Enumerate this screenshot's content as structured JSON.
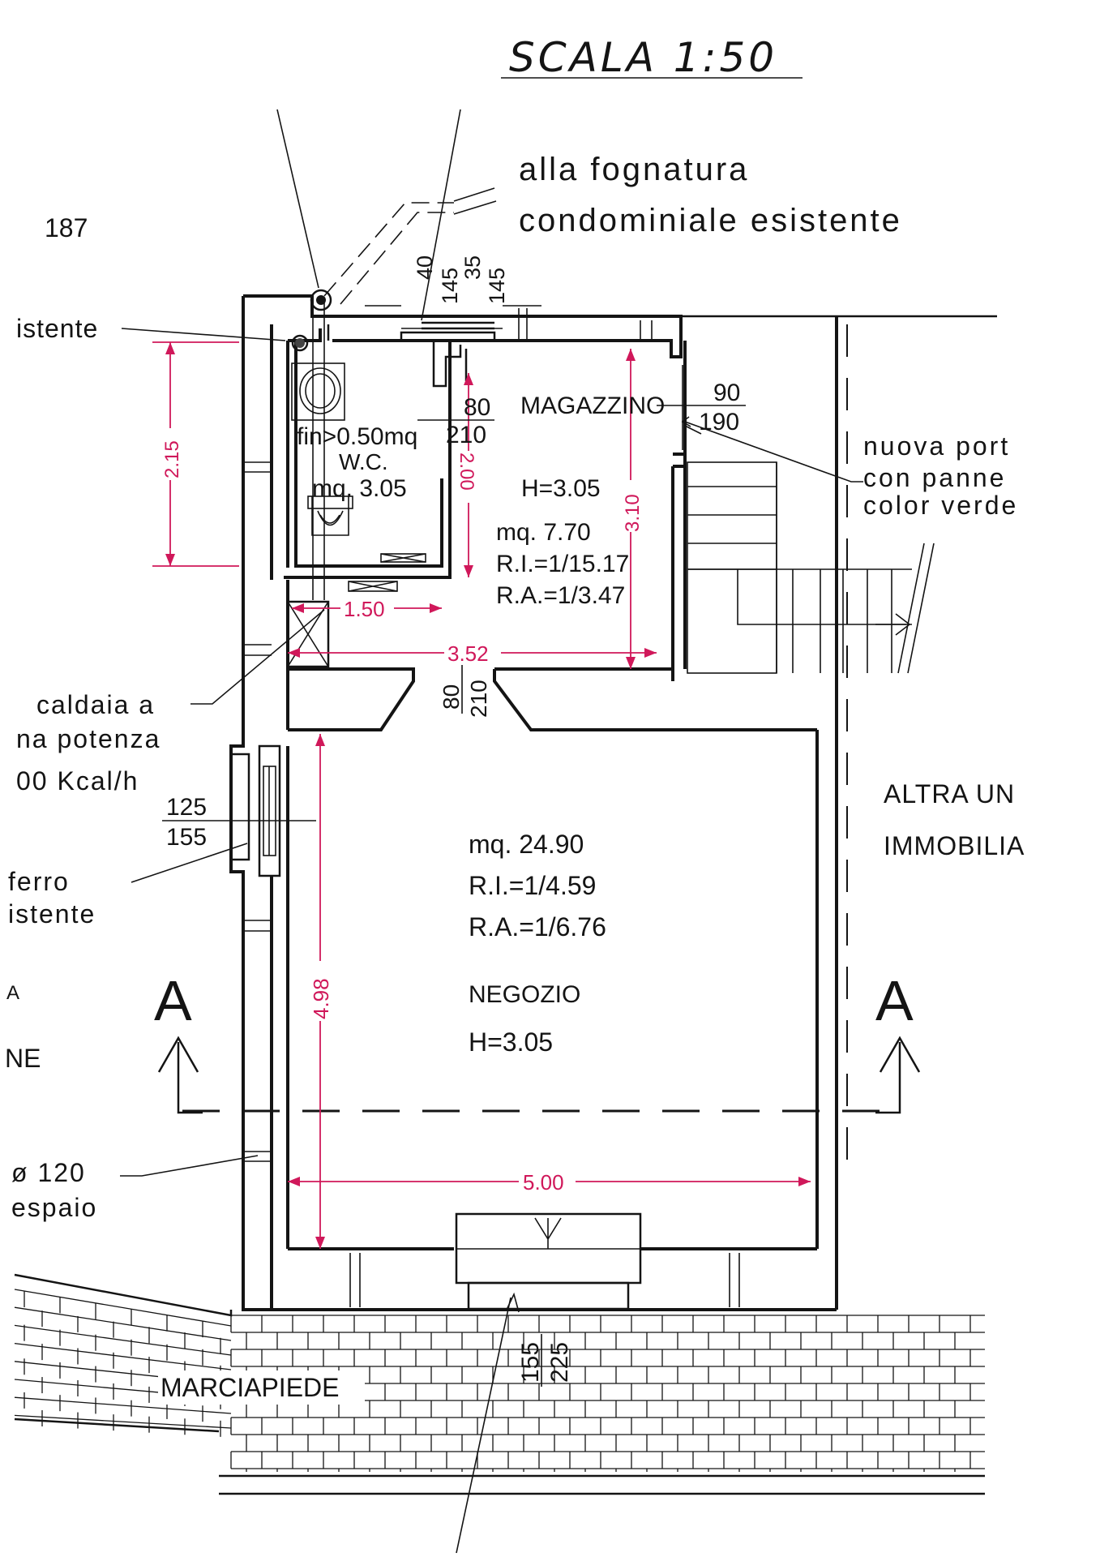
{
  "scale_title": "SCALA 1:50",
  "plot_number": "187",
  "sewer_note": [
    "alla fognatura",
    "condominiale esistente"
  ],
  "left_notes": {
    "istente_top": "istente",
    "caldaia": [
      "caldaia a",
      "na potenza",
      "00 Kcal/h"
    ],
    "ferro": [
      "ferro",
      "istente"
    ],
    "partial_a": "A",
    "partial_ne": "NE",
    "tube": "ø 120",
    "vespaio": "espaio"
  },
  "right_notes": {
    "door": [
      "nuova port",
      "con panne",
      "color verde"
    ],
    "other_unit": [
      "ALTRA UN",
      "IMMOBILIA"
    ]
  },
  "rooms": {
    "magazzino": {
      "name": "MAGAZZINO",
      "height": "H=3.05",
      "area": "mq. 7.70",
      "ri": "R.I.=1/15.17",
      "ra": "R.A.=1/3.47"
    },
    "wc": {
      "fin": "fin>0.50mq",
      "name": "W.C.",
      "area": "mq. 3.05"
    },
    "negozio": {
      "area": "mq. 24.90",
      "ri": "R.I.=1/4.59",
      "ra": "R.A.=1/6.76",
      "name": "NEGOZIO",
      "height": "H=3.05"
    }
  },
  "dimensions": {
    "d215": "2.15",
    "d200": "2.00",
    "d310": "3.10",
    "d150": "1.50",
    "d352": "3.52",
    "d498": "4.98",
    "d500": "5.00"
  },
  "openings": {
    "top_w": [
      "40",
      "145",
      "35",
      "145"
    ],
    "wc_door": [
      "80",
      "210"
    ],
    "mag_window": [
      "90",
      "190"
    ],
    "int_door": [
      "80",
      "210"
    ],
    "side_window": [
      "125",
      "155"
    ],
    "front_door": [
      "155",
      "225"
    ]
  },
  "section_markers": [
    "A",
    "A"
  ],
  "sidewalk": "MARCIAPIEDE",
  "colors": {
    "line": "#141414",
    "dimension": "#d0185a"
  }
}
